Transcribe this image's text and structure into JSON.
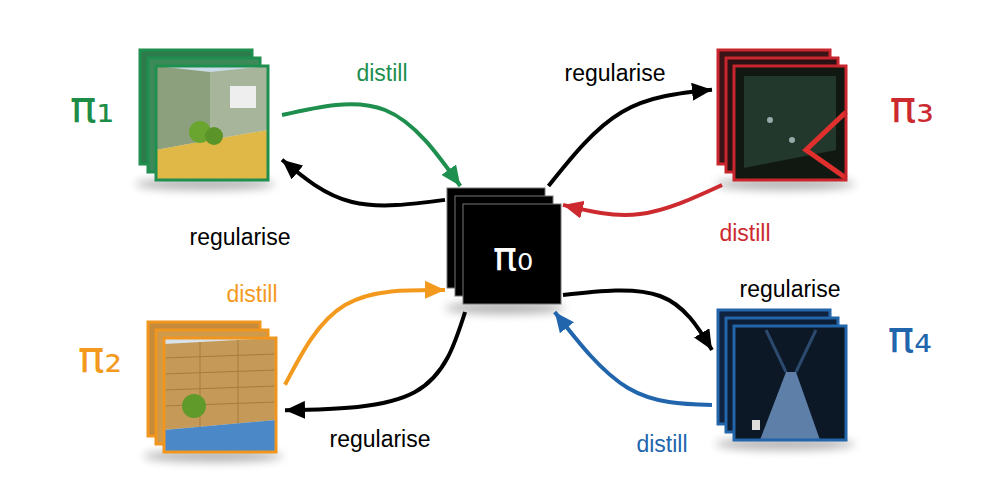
{
  "diagram": {
    "nodes": [
      {
        "text": [
          "π₁"
        ]
      },
      {
        "text": [
          "π₃"
        ]
      },
      {
        "text": [
          "π₀"
        ]
      },
      {
        "text": [
          "π₂"
        ]
      },
      {
        "text": [
          "π₄"
        ]
      }
    ],
    "edges": [
      {
        "from": 0,
        "to": 2,
        "label": "distill",
        "arrow": "to"
      },
      {
        "from": 2,
        "to": 1,
        "label": "regularise",
        "arrow": "to"
      },
      {
        "from": 2,
        "to": 0,
        "label": "regularise",
        "arrow": "to"
      },
      {
        "from": 1,
        "to": 2,
        "label": "distill",
        "arrow": "to"
      },
      {
        "from": 3,
        "to": 2,
        "label": "distill",
        "arrow": "to"
      },
      {
        "from": 2,
        "to": 4,
        "label": "regularise",
        "arrow": "to"
      },
      {
        "from": 4,
        "to": 2,
        "label": "distill",
        "arrow": "to"
      },
      {
        "from": 2,
        "to": 3,
        "label": "regularise",
        "arrow": "to"
      }
    ]
  }
}
